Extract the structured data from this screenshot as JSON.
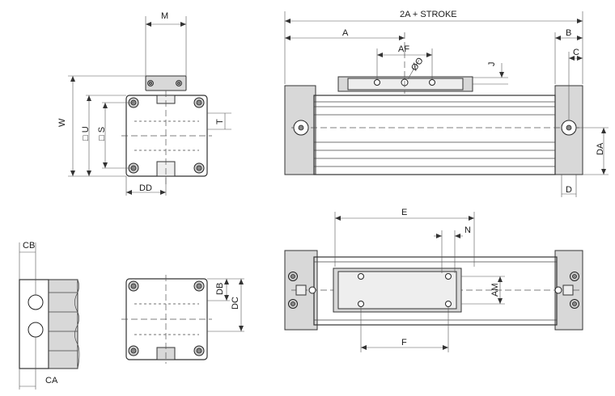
{
  "labels": {
    "M": "M",
    "W": "W",
    "U": "□ U",
    "S": "□ S",
    "T": "T",
    "DD": "DD",
    "total": "2A + STROKE",
    "A": "A",
    "AF": "AF",
    "O": "ØO",
    "J": "J",
    "B": "B",
    "C": "C",
    "DA": "DA",
    "D": "D",
    "E": "E",
    "N": "N",
    "AM": "AM",
    "F": "F",
    "CB": "CB",
    "CA": "CA",
    "DB": "DB",
    "DC": "DC"
  }
}
